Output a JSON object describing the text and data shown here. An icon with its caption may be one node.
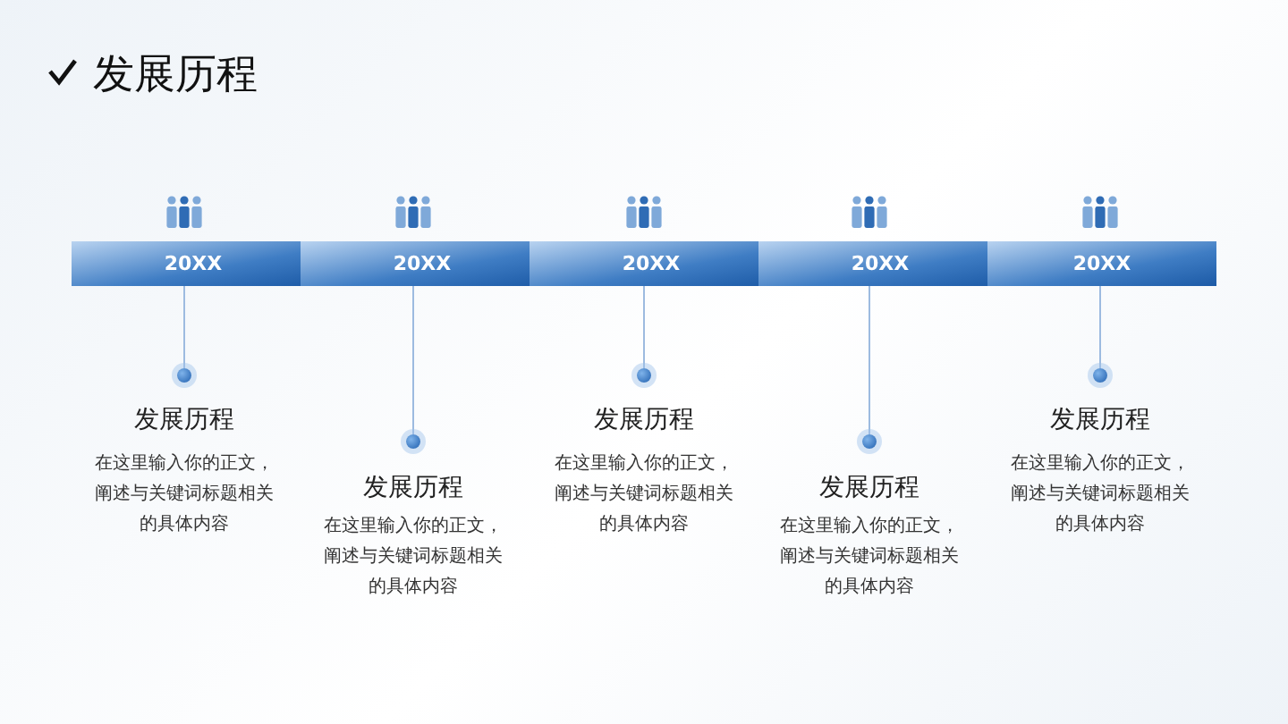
{
  "diagram": {
    "title": "发展历程",
    "nodes": [
      {
        "text": [
          "20XX"
        ]
      },
      {
        "text": [
          "20XX"
        ]
      },
      {
        "text": [
          "20XX"
        ]
      },
      {
        "text": [
          "20XX"
        ]
      },
      {
        "text": [
          "20XX"
        ]
      },
      {
        "text": [],
        "shape": "circle",
        "beside": [
          "发展历程",
          "在这里输入你的正文，阐述与关键词标题相关的具体内容"
        ]
      },
      {
        "text": [],
        "shape": "circle",
        "beside": [
          "发展历程",
          "在这里输入你的正文，阐述与关键词标题相关的具体内容"
        ]
      },
      {
        "text": [],
        "shape": "circle",
        "beside": [
          "发展历程",
          "在这里输入你的正文，阐述与关键词标题相关的具体内容"
        ]
      },
      {
        "text": [],
        "shape": "circle",
        "beside": [
          "发展历程",
          "在这里输入你的正文，阐述与关键词标题相关的具体内容"
        ]
      },
      {
        "text": [],
        "shape": "circle",
        "beside": [
          "发展历程",
          "在这里输入你的正文，阐述与关键词标题相关的具体内容"
        ]
      }
    ],
    "edges": [
      {
        "from": 0,
        "to": 5,
        "arrow": "none"
      },
      {
        "from": 1,
        "to": 6,
        "arrow": "none"
      },
      {
        "from": 2,
        "to": 7,
        "arrow": "none"
      },
      {
        "from": 3,
        "to": 8,
        "arrow": "none"
      },
      {
        "from": 4,
        "to": 9,
        "arrow": "none"
      }
    ]
  }
}
